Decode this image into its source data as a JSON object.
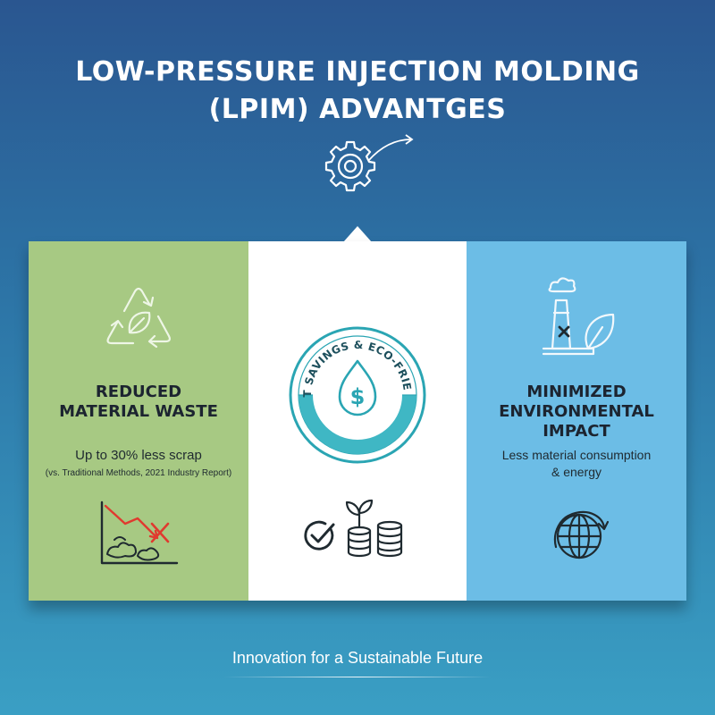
{
  "title": {
    "line1": "LOW-PRESSURE INJECTION MOLDING",
    "line2": "(LPIM) ADVANTGES"
  },
  "panels": [
    {
      "heading_line1": "REDUCED",
      "heading_line2": "MATERIAL WASTE",
      "stat": "Up to 30% less scrap",
      "note": "(vs. Traditional Methods, 2021 Industry Report)",
      "icons": [
        "recycle-leaf-icon",
        "waste-decline-chart-icon"
      ],
      "color": "#a7c983"
    },
    {
      "badge_text": "COST SAVINGS & ECO-FRIENDLY",
      "icons": [
        "dollar-drop-icon",
        "check-circle-icon",
        "plant-coins-icon"
      ],
      "color": "#ffffff",
      "accent": "#2aa5b3"
    },
    {
      "heading_line1": "MINIMIZED",
      "heading_line2": "ENVIRONMENTAL",
      "heading_line3": "IMPACT",
      "desc_line1": "Less material consumption",
      "desc_line2": "& energy",
      "icons": [
        "factory-leaf-icon",
        "globe-arrow-icon"
      ],
      "color": "#6cbde6"
    }
  ],
  "tagline": "Innovation for a Sustainable Future",
  "colors": {
    "background_top": "#2a5690",
    "background_bottom": "#3a9fc4",
    "waste_red": "#e03a2f"
  }
}
